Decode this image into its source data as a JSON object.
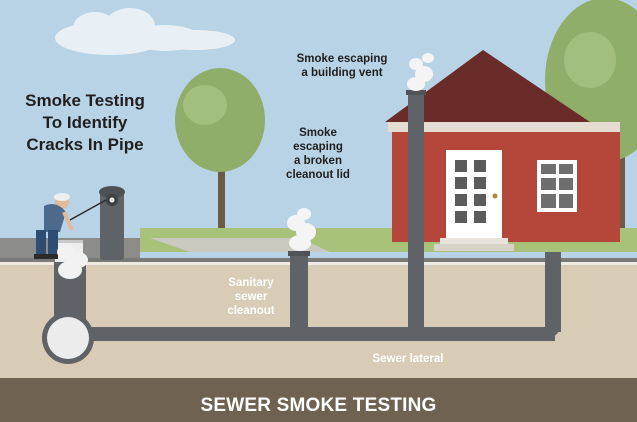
{
  "headline": {
    "line1": "Smoke Testing",
    "line2": "To Identify",
    "line3": "Cracks In Pipe"
  },
  "labels": {
    "vent": {
      "line1": "Smoke escaping",
      "line2": "a building vent"
    },
    "cleanout_lid": {
      "line1": "Smoke",
      "line2": "escaping",
      "line3": "a broken",
      "line4": "cleanout lid"
    },
    "cleanout": {
      "line1": "Sanitary",
      "line2": "sewer",
      "line3": "cleanout"
    },
    "lateral": "Sewer lateral"
  },
  "footer": "SEWER SMOKE TESTING",
  "colors": {
    "sky": "#b9d3e6",
    "soil": "#d8ccb6",
    "soil_dark": "#6f6251",
    "pipe": "#5f6266",
    "house_wall": "#b5473a",
    "roof": "#6a2c28",
    "tree": "#8fae6a",
    "grass": "#a9c27a"
  }
}
